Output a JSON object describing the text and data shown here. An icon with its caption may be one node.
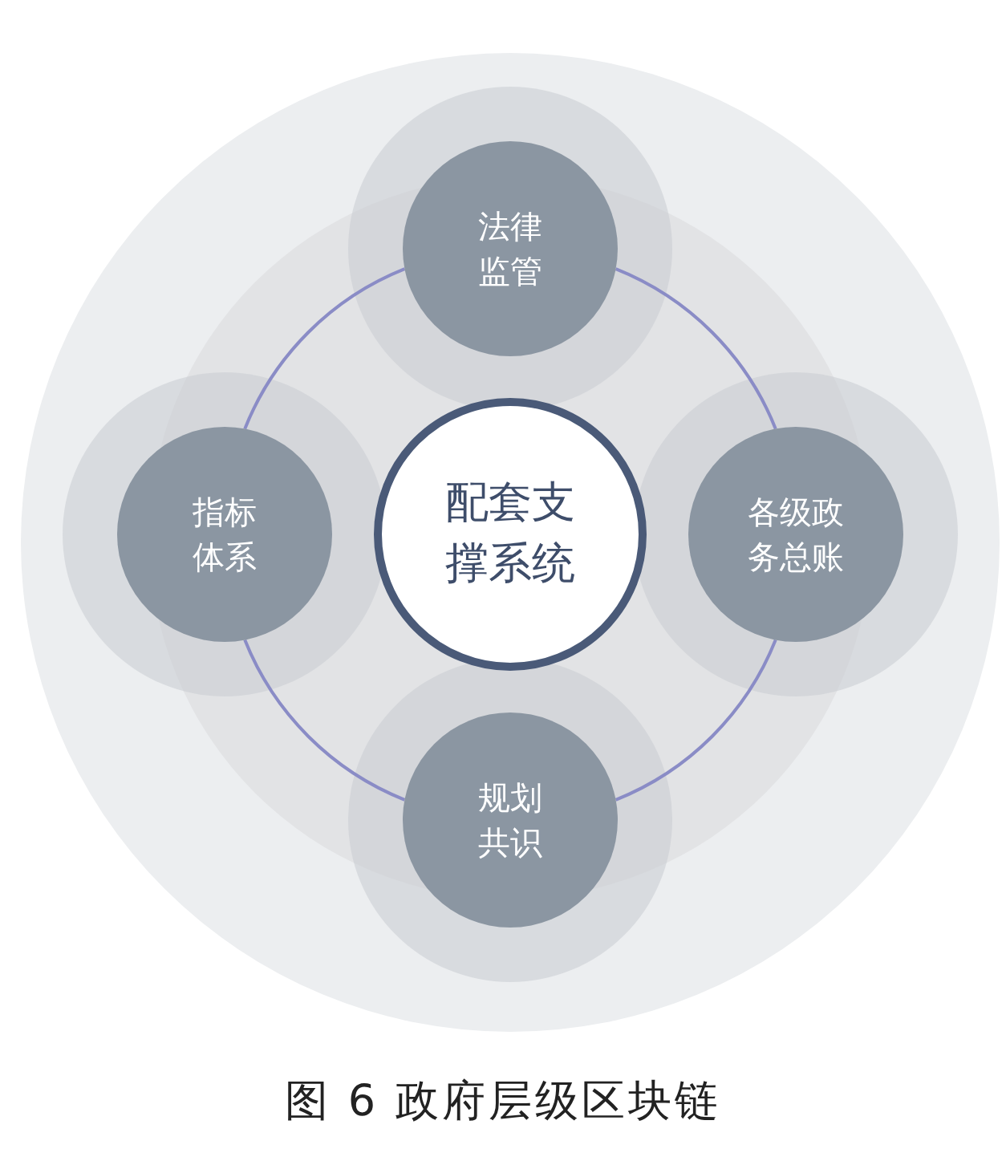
{
  "diagram": {
    "caption": "图 6 政府层级区块链",
    "nodes": [
      {
        "text": [
          "配套支撑系统"
        ]
      },
      {
        "text": [
          "法律监管"
        ]
      },
      {
        "text": [
          "各级政务总账"
        ]
      },
      {
        "text": [
          "规划共识"
        ]
      },
      {
        "text": [
          "指标体系"
        ]
      }
    ],
    "edges": [
      {
        "from": 1,
        "to": 2,
        "arrow": "none"
      },
      {
        "from": 2,
        "to": 3,
        "arrow": "none"
      },
      {
        "from": 3,
        "to": 4,
        "arrow": "none"
      },
      {
        "from": 4,
        "to": 1,
        "arrow": "none"
      }
    ]
  }
}
